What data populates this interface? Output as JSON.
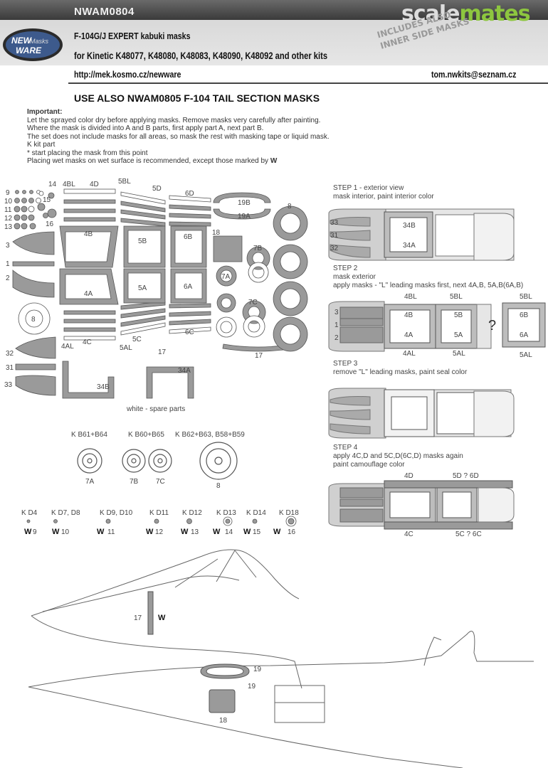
{
  "header": {
    "code": "NWAM0804",
    "title": "F-104G/J EXPERT kabuki masks",
    "kits": "for Kinetic K48077, K48080, K48083, K48090, K48092 and other kits",
    "url": "http://mek.kosmo.cz/newware",
    "email": "tom.nwkits@seznam.cz",
    "stamp_line1": "INCLUDES ALSO",
    "stamp_line2": "INNER SIDE MASKS",
    "brand_a": "scale",
    "brand_b": "mates",
    "logo_top": "NEW",
    "logo_mid": "Masks",
    "logo_bottom": "WARE"
  },
  "use_also": "USE ALSO NWAM0805 F-104 TAIL SECTION MASKS",
  "important": {
    "heading": "Important:",
    "lines": [
      "Let the sprayed color dry before applying masks. Remove masks very carefully after painting.",
      "Where the mask is divided into A and B parts, first apply part A, next part B.",
      "The set does not include masks for all areas, so mask the rest with masking tape or liquid mask.",
      "K kit part",
      "*  start placing the mask from this point",
      "Placing wet masks on wet surface is recommended, except those marked by"
    ],
    "w_mark": "W"
  },
  "sheet_labels": {
    "l14": "14",
    "l4BL": "4BL",
    "l4D": "4D",
    "l5BL": "5BL",
    "l5D": "5D",
    "l6D": "6D",
    "l9": "9",
    "l10": "10",
    "l11": "11",
    "l12": "12",
    "l13": "13",
    "l15": "15",
    "l16": "16",
    "l19B": "19B",
    "l19A": "19A",
    "l8a": "8",
    "l18": "18",
    "l4B": "4B",
    "l5B": "5B",
    "l6B": "6B",
    "l7B": "7B",
    "l3": "3",
    "l1": "1",
    "l2": "2",
    "l7A": "7A",
    "l4A": "4A",
    "l5A": "5A",
    "l6A": "6A",
    "l7C": "7C",
    "l8b": "8",
    "l4AL": "4AL",
    "l4C": "4C",
    "l5C": "5C",
    "l5AL": "5AL",
    "l6C": "6C",
    "l17a": "17",
    "l17b": "17",
    "l32": "32",
    "l31": "31",
    "l33": "33",
    "l34B": "34B",
    "l34A": "34A",
    "spare": "white - spare parts"
  },
  "wheels": [
    {
      "kit": "K B61+B64",
      "id": "7A"
    },
    {
      "kit": "K B60+B65",
      "id": "7B"
    },
    {
      "kit": "K B60+B65",
      "id": "7C"
    },
    {
      "kit": "K B62+B63, B58+B59",
      "id": "8"
    }
  ],
  "wheels_kit_b": "K B60+B65",
  "lights": [
    {
      "kit": "K D4",
      "w": "W",
      "id": "9"
    },
    {
      "kit": "K D7, D8",
      "w": "W",
      "id": "10"
    },
    {
      "kit": "K D9, D10",
      "w": "W",
      "id": "11"
    },
    {
      "kit": "K D11",
      "w": "W",
      "id": "12"
    },
    {
      "kit": "K D12",
      "w": "W",
      "id": "13"
    },
    {
      "kit": "K D13",
      "w": "W",
      "id": "14"
    },
    {
      "kit": "K D14",
      "w": "W",
      "id": "15"
    },
    {
      "kit": "K D18",
      "w": "W",
      "id": "16"
    }
  ],
  "steps": {
    "s1_title": "STEP 1 - exterior view",
    "s1_text": "mask interior, paint interior color",
    "s1_labels": {
      "a": "33",
      "b": "31",
      "c": "32",
      "d": "34B",
      "e": "34A"
    },
    "s2_title": "STEP 2",
    "s2_text1": "mask exterior",
    "s2_text2": "apply masks - \"L\" leading masks first, next 4A,B, 5A,B(6A,B)",
    "s2_labels": {
      "a": "4BL",
      "b": "5BL",
      "c": "5BL",
      "d": "3",
      "e": "1",
      "f": "2",
      "g": "4B",
      "h": "4A",
      "i": "5B",
      "j": "5A",
      "k": "6B",
      "l": "6A",
      "m": "4AL",
      "n": "5AL",
      "o": "5AL",
      "q": "?"
    },
    "s3_title": "STEP 3",
    "s3_text": "remove \"L\" leading masks, paint seal color",
    "s4_title": "STEP 4",
    "s4_text1": "apply 4C,D and 5C,D(6C,D) masks again",
    "s4_text2": "paint camouflage color",
    "s4_labels": {
      "a": "4D",
      "b": "5D ? 6D",
      "c": "4C",
      "d": "5C ? 6C"
    }
  },
  "plane_labels": {
    "a": "17",
    "b": "W",
    "c": "19",
    "d": "19",
    "e": "18"
  }
}
